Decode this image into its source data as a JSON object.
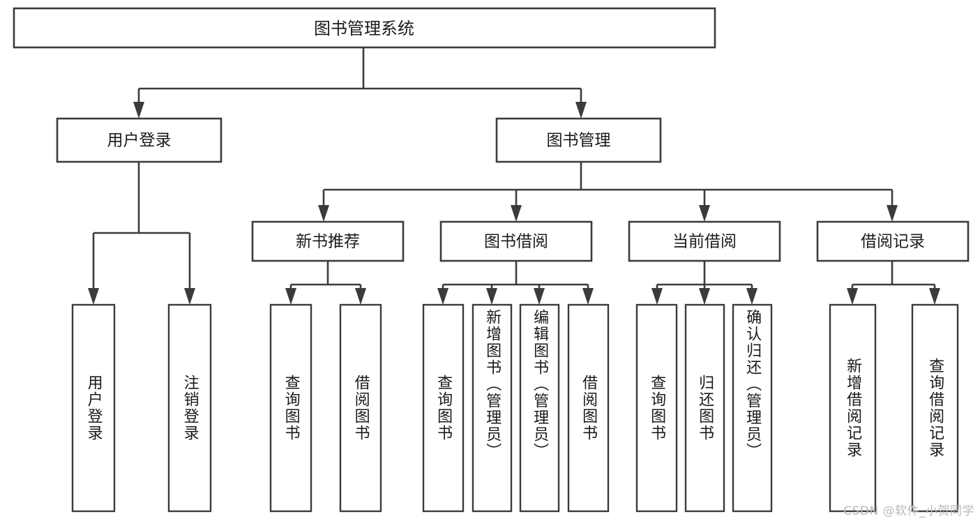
{
  "diagram": {
    "title": "图书管理系统",
    "type": "tree-hierarchy-chart",
    "root": {
      "id": "root",
      "label": "图书管理系统",
      "level": 0,
      "orientation": "horizontal"
    },
    "level1": [
      {
        "id": "user-login",
        "label": "用户登录",
        "orientation": "horizontal"
      },
      {
        "id": "book-management",
        "label": "图书管理",
        "orientation": "horizontal"
      }
    ],
    "level2": [
      {
        "id": "new-book-recommend",
        "label": "新书推荐",
        "parent": "book-management",
        "orientation": "horizontal"
      },
      {
        "id": "book-borrow",
        "label": "图书借阅",
        "parent": "book-management",
        "orientation": "horizontal"
      },
      {
        "id": "current-borrow",
        "label": "当前借阅",
        "parent": "book-management",
        "orientation": "horizontal"
      },
      {
        "id": "borrow-record",
        "label": "借阅记录",
        "parent": "book-management",
        "orientation": "horizontal"
      }
    ],
    "leaves": [
      {
        "id": "leaf-user-login",
        "label": "用户登录",
        "parent": "user-login",
        "orientation": "vertical"
      },
      {
        "id": "leaf-user-logout",
        "label": "注销登录",
        "parent": "user-login",
        "orientation": "vertical"
      },
      {
        "id": "leaf-query-book-1",
        "label": "查询图书",
        "parent": "new-book-recommend",
        "orientation": "vertical"
      },
      {
        "id": "leaf-borrow-book-1",
        "label": "借阅图书",
        "parent": "new-book-recommend",
        "orientation": "vertical"
      },
      {
        "id": "leaf-query-book-2",
        "label": "查询图书",
        "parent": "book-borrow",
        "orientation": "vertical"
      },
      {
        "id": "leaf-add-book",
        "label": "新增图书（管理员）",
        "parent": "book-borrow",
        "orientation": "vertical"
      },
      {
        "id": "leaf-edit-book",
        "label": "编辑图书（管理员）",
        "parent": "book-borrow",
        "orientation": "vertical"
      },
      {
        "id": "leaf-borrow-book-2",
        "label": "借阅图书",
        "parent": "book-borrow",
        "orientation": "vertical"
      },
      {
        "id": "leaf-query-book-3",
        "label": "查询图书",
        "parent": "current-borrow",
        "orientation": "vertical"
      },
      {
        "id": "leaf-return-book",
        "label": "归还图书",
        "parent": "current-borrow",
        "orientation": "vertical"
      },
      {
        "id": "leaf-confirm-return",
        "label": "确认归还（管理员）",
        "parent": "current-borrow",
        "orientation": "vertical"
      },
      {
        "id": "leaf-add-record",
        "label": "新增借阅记录",
        "parent": "borrow-record",
        "orientation": "vertical"
      },
      {
        "id": "leaf-query-record",
        "label": "查询借阅记录",
        "parent": "borrow-record",
        "orientation": "vertical"
      }
    ],
    "colors": {
      "stroke": "#3b3b3b",
      "fill": "#ffffff",
      "text": "#1a1a1a",
      "watermark": "#b9b9b9",
      "background": "#ffffff"
    }
  },
  "watermark": {
    "text": "CSDN @软件_小贺同学"
  }
}
